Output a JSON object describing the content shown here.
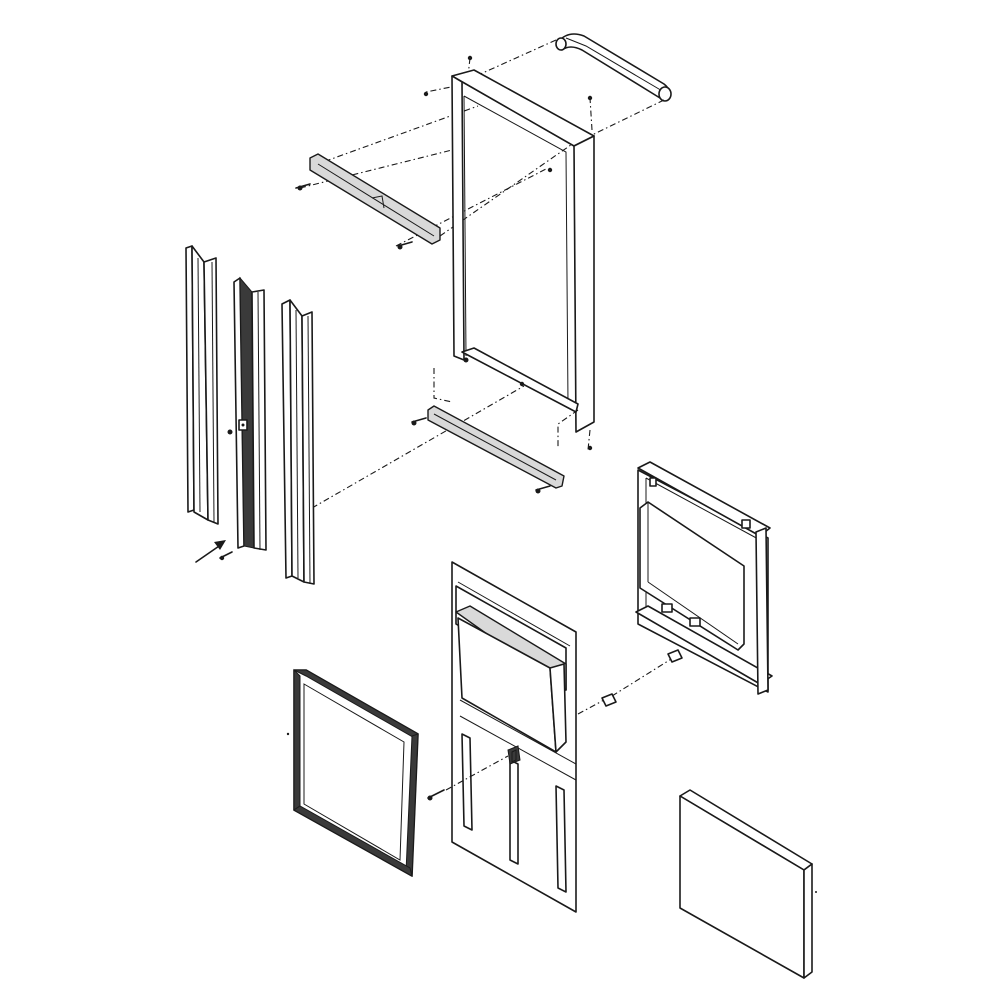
{
  "figure": {
    "type": "exploded-parts-diagram",
    "line_color": "#1a1a1a",
    "background": "#ffffff",
    "parts": [
      "top-rail-tube",
      "cabinet-frame",
      "top-bracket",
      "bottom-bracket",
      "left-channel-post",
      "center-channel-post",
      "right-channel-post",
      "center-panel",
      "filter-frame",
      "side-panel-assembly",
      "side-board"
    ],
    "indicators": [
      "assembly-arrow"
    ]
  }
}
